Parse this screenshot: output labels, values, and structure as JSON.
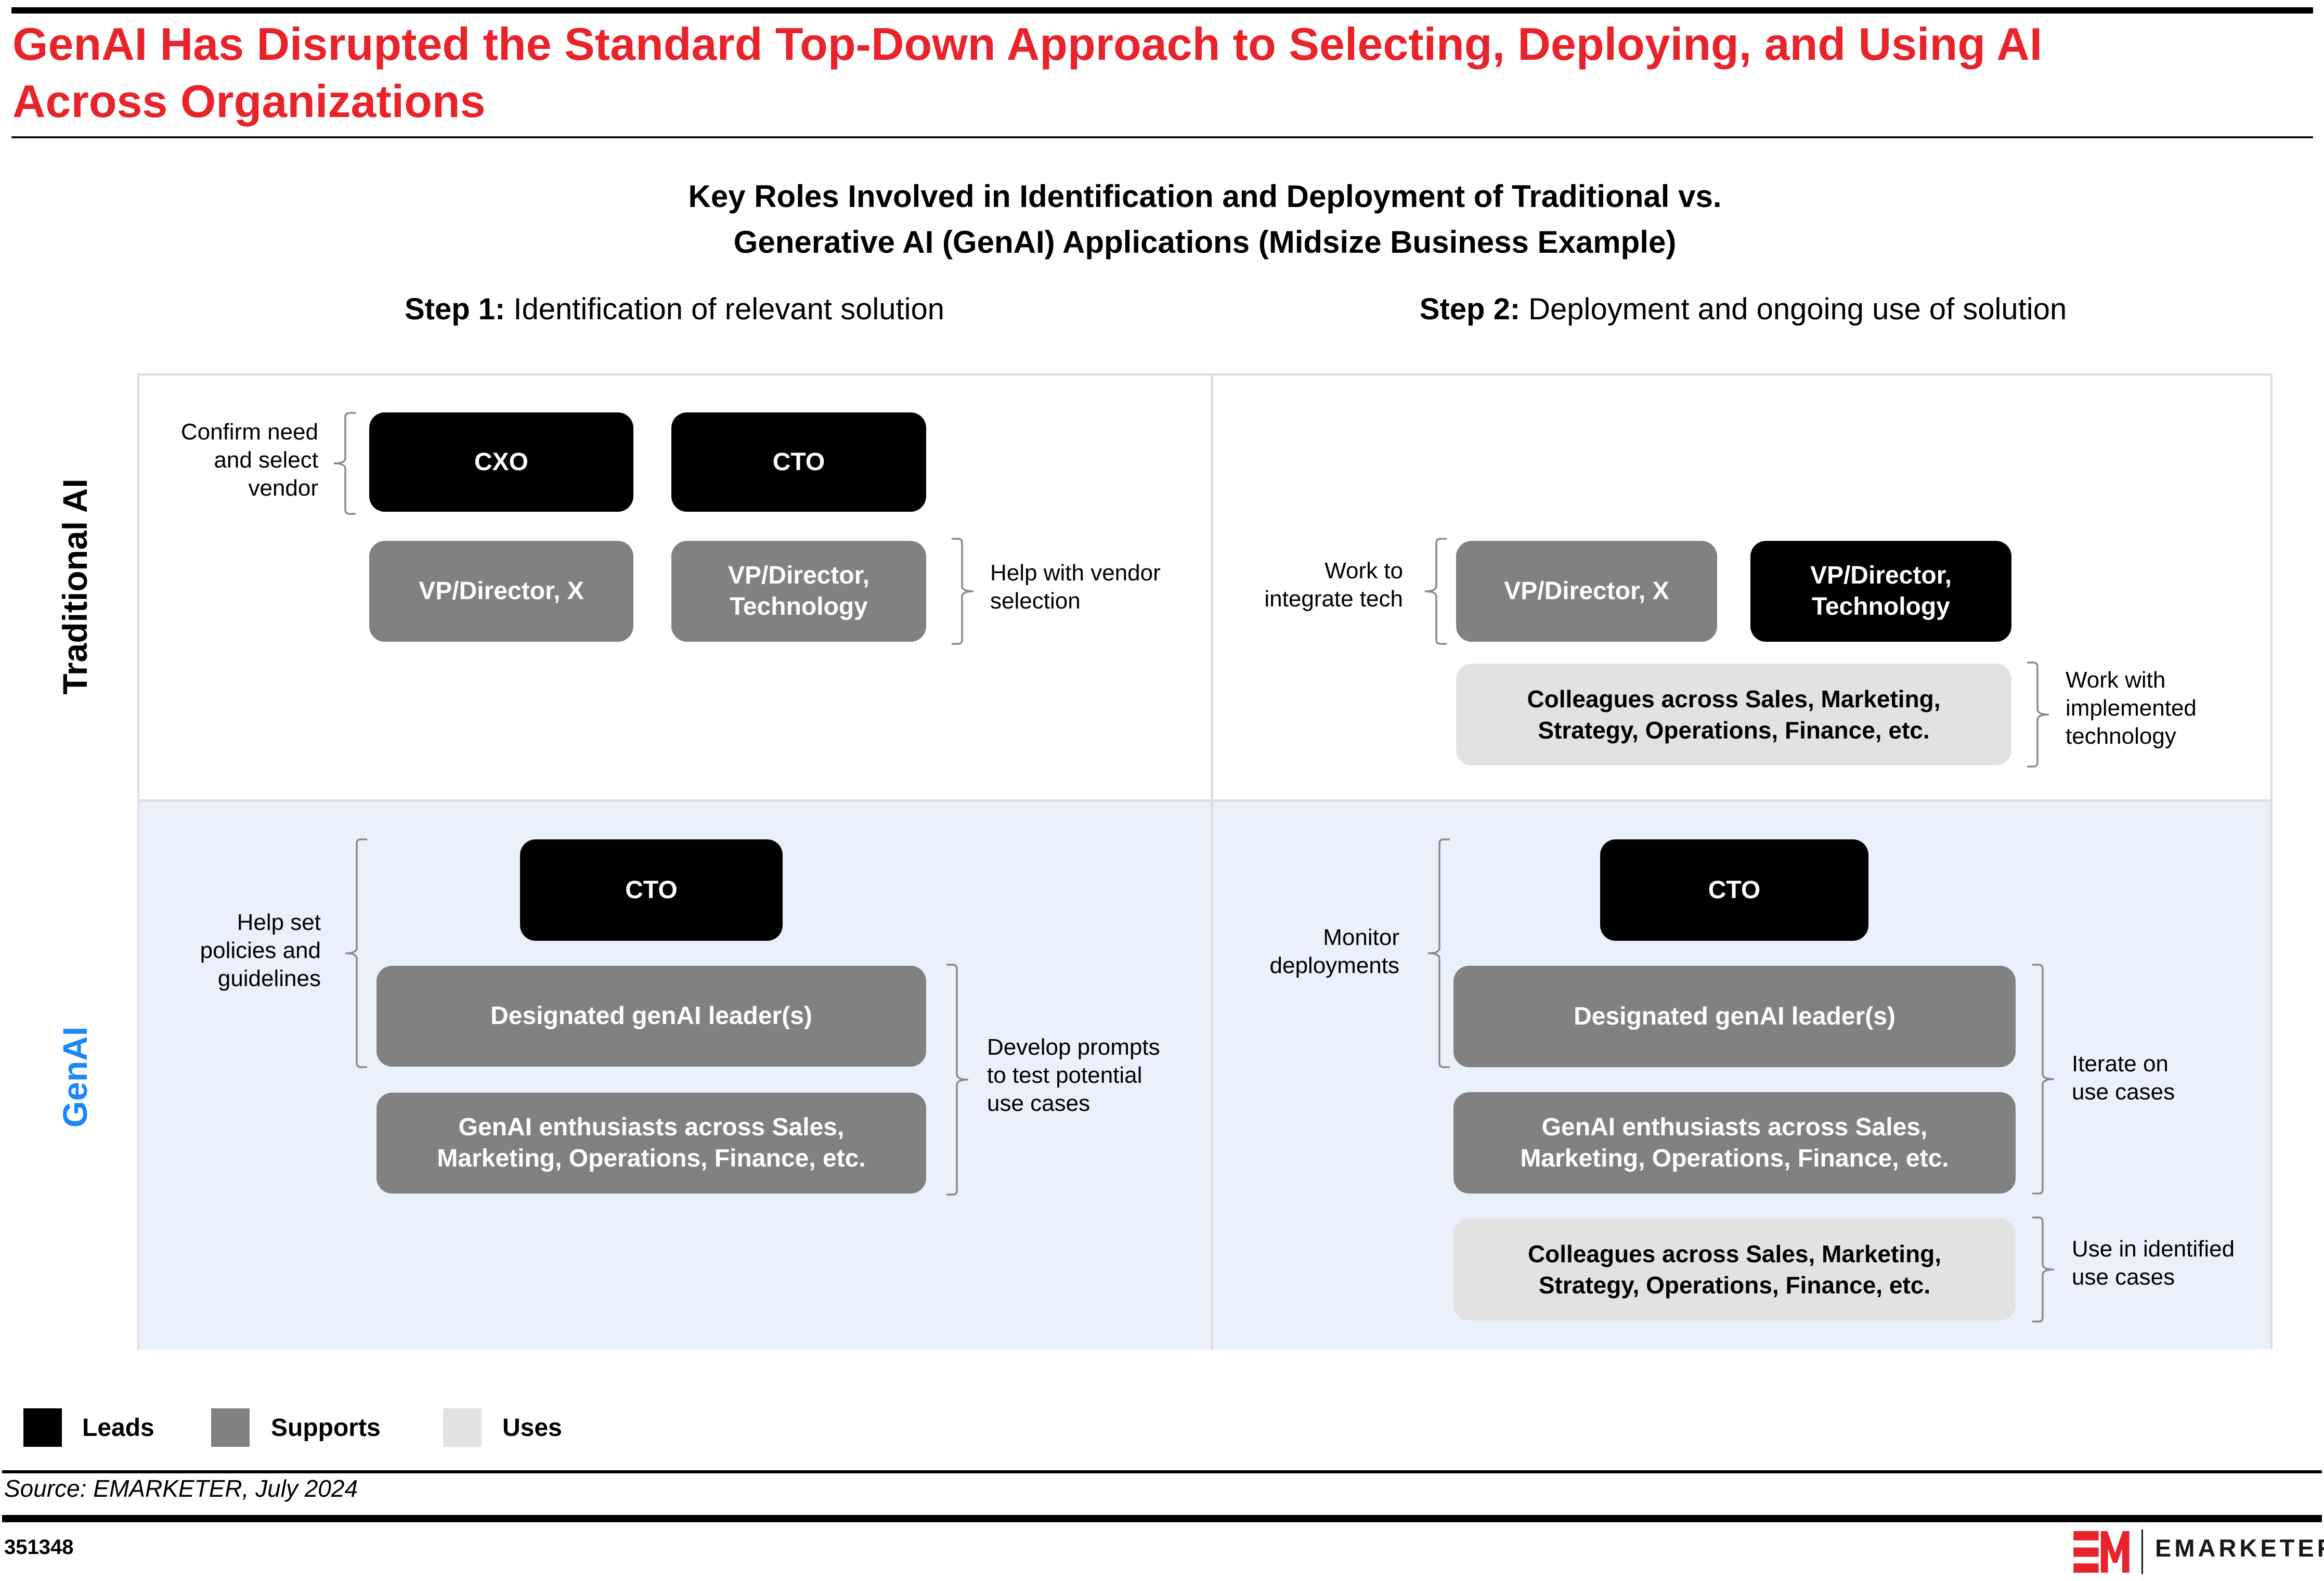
{
  "page": {
    "title": "GenAI Has Disrupted the Standard Top-Down Approach to Selecting, Deploying, and Using AI\nAcross Organizations",
    "heading": "Key Roles Involved in Identification and Deployment of Traditional vs.\nGenerative AI (GenAI) Applications (Midsize Business Example)"
  },
  "steps": [
    {
      "prefix": "Step 1:",
      "label": "Identification of relevant solution"
    },
    {
      "prefix": "Step 2:",
      "label": "Deployment and ongoing use of solution"
    }
  ],
  "rows": [
    {
      "label": "Traditional AI"
    },
    {
      "label": "GenAI"
    }
  ],
  "q1": {
    "label_left": "Confirm need\nand select\nvendor",
    "box_cxo": "CXO",
    "box_cto": "CTO",
    "box_vp_x": "VP/Director, X",
    "box_vp_tech": "VP/Director,\nTechnology",
    "label_right": "Help with vendor\nselection"
  },
  "q2": {
    "label_left": "Work to\nintegrate tech",
    "box_vp_x": "VP/Director, X",
    "box_vp_tech": "VP/Director,\nTechnology",
    "box_colleagues": "Colleagues across Sales, Marketing,\nStrategy, Operations, Finance, etc.",
    "label_right": "Work with\nimplemented\ntechnology"
  },
  "q3": {
    "label_left": "Help set\npolicies and\nguidelines",
    "box_cto": "CTO",
    "box_leaders": "Designated genAI leader(s)",
    "box_enthusiasts": "GenAI enthusiasts across Sales,\nMarketing, Operations, Finance, etc.",
    "label_right": "Develop prompts\nto test potential\nuse cases"
  },
  "q4": {
    "label_left": "Monitor\ndeployments",
    "box_cto": "CTO",
    "box_leaders": "Designated genAI leader(s)",
    "box_enthusiasts": "GenAI enthusiasts across Sales,\nMarketing, Operations, Finance, etc.",
    "label_iterate": "Iterate on\nuse cases",
    "box_colleagues": "Colleagues across Sales, Marketing,\nStrategy, Operations, Finance, etc.",
    "label_use": "Use in identified\nuse cases"
  },
  "legend": {
    "items": [
      {
        "label": "Leads",
        "color": "#000000"
      },
      {
        "label": "Supports",
        "color": "#818181"
      },
      {
        "label": "Uses",
        "color": "#e2e2e2"
      }
    ]
  },
  "footer": {
    "source": "Source: EMARKETER, July 2024",
    "chart_id": "351348",
    "brand": "EMARKETER"
  },
  "colors": {
    "title_red": "#e8232a",
    "genai_blue": "#1b87f8",
    "leads_black": "#000000",
    "supports_gray": "#818181",
    "uses_light_gray": "#e2e2e2",
    "genai_row_bg": "#eaf1fc",
    "grid_border": "#dedede"
  }
}
